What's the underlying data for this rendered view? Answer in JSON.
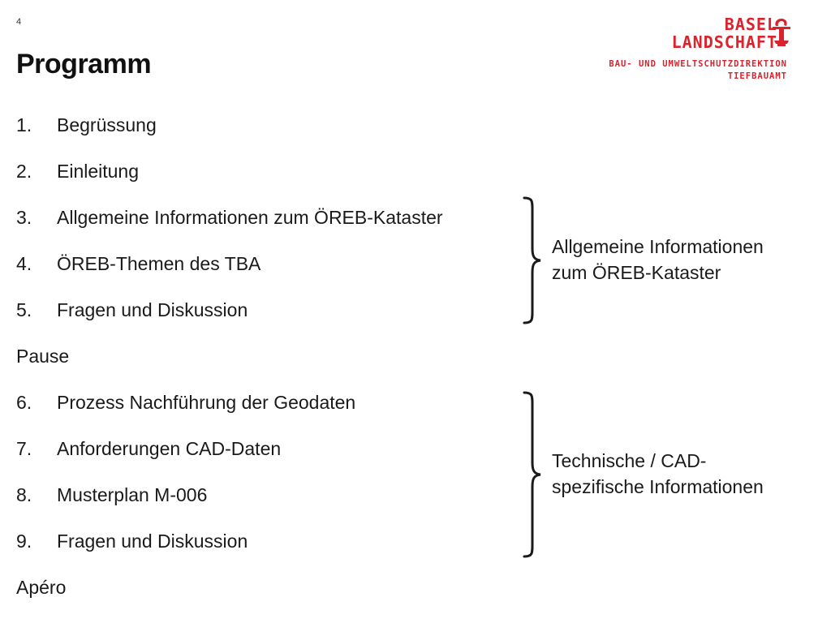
{
  "slide": {
    "page_number": "4",
    "title": "Programm"
  },
  "logo": {
    "line1": "BASEL",
    "line2": "LANDSCHAFT",
    "dept_line1": "BAU- UND UMWELTSCHUTZDIREKTION",
    "dept_line2": "TIEFBAUAMT",
    "crest_icon": "baselbiet-crosier-icon",
    "color": "#d9232d"
  },
  "agenda": {
    "items": [
      {
        "num": "1.",
        "text": "Begrüssung"
      },
      {
        "num": "2.",
        "text": "Einleitung"
      },
      {
        "num": "3.",
        "text": "Allgemeine Informationen zum ÖREB-Kataster"
      },
      {
        "num": "4.",
        "text": "ÖREB-Themen des TBA"
      },
      {
        "num": "5.",
        "text": "Fragen und Diskussion"
      }
    ],
    "break1": "Pause",
    "items2": [
      {
        "num": "6.",
        "text": "Prozess Nachführung der Geodaten"
      },
      {
        "num": "7.",
        "text": "Anforderungen CAD-Daten"
      },
      {
        "num": "8.",
        "text": "Musterplan M-006"
      },
      {
        "num": "9.",
        "text": "Fragen und Diskussion"
      }
    ],
    "break2": "Apéro"
  },
  "groups": [
    {
      "line1": "Allgemeine Informationen",
      "line2": "zum ÖREB-Kataster"
    },
    {
      "line1": "Technische / CAD-",
      "line2": "spezifische Informationen"
    }
  ]
}
